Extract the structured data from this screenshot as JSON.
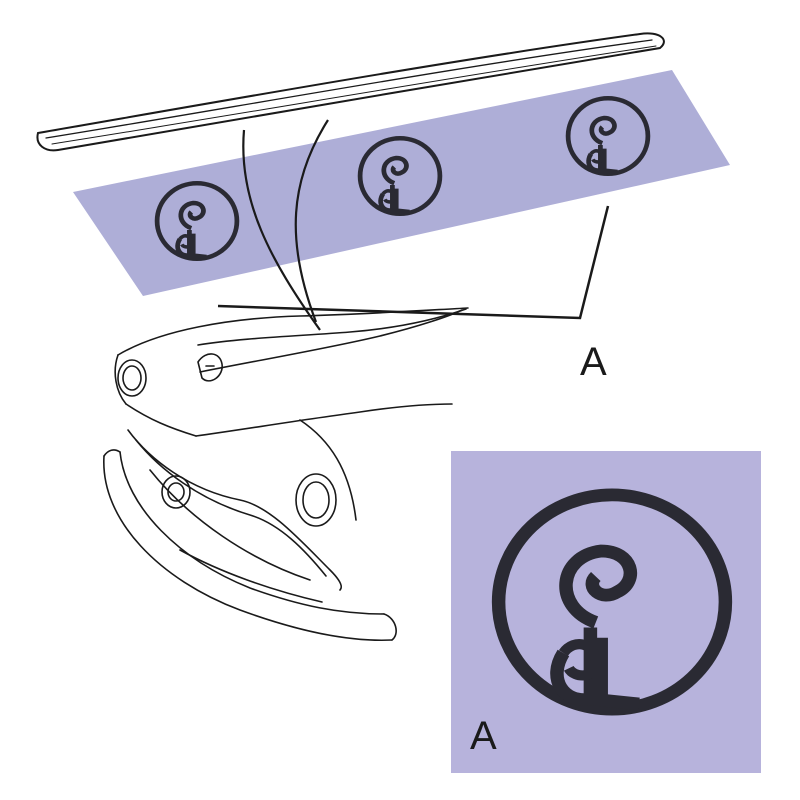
{
  "labels": {
    "part_callout": "A",
    "inset_label": "A"
  },
  "colors": {
    "highlight_band": "#aeaed7",
    "inset_background": "#b7b3dc",
    "line_art": "#1a1a1a",
    "clip_ink": "#2a2a33"
  },
  "parts": [
    {
      "part": "hood-trim-molding"
    },
    {
      "part": "retaining-clip",
      "count": 3
    }
  ]
}
